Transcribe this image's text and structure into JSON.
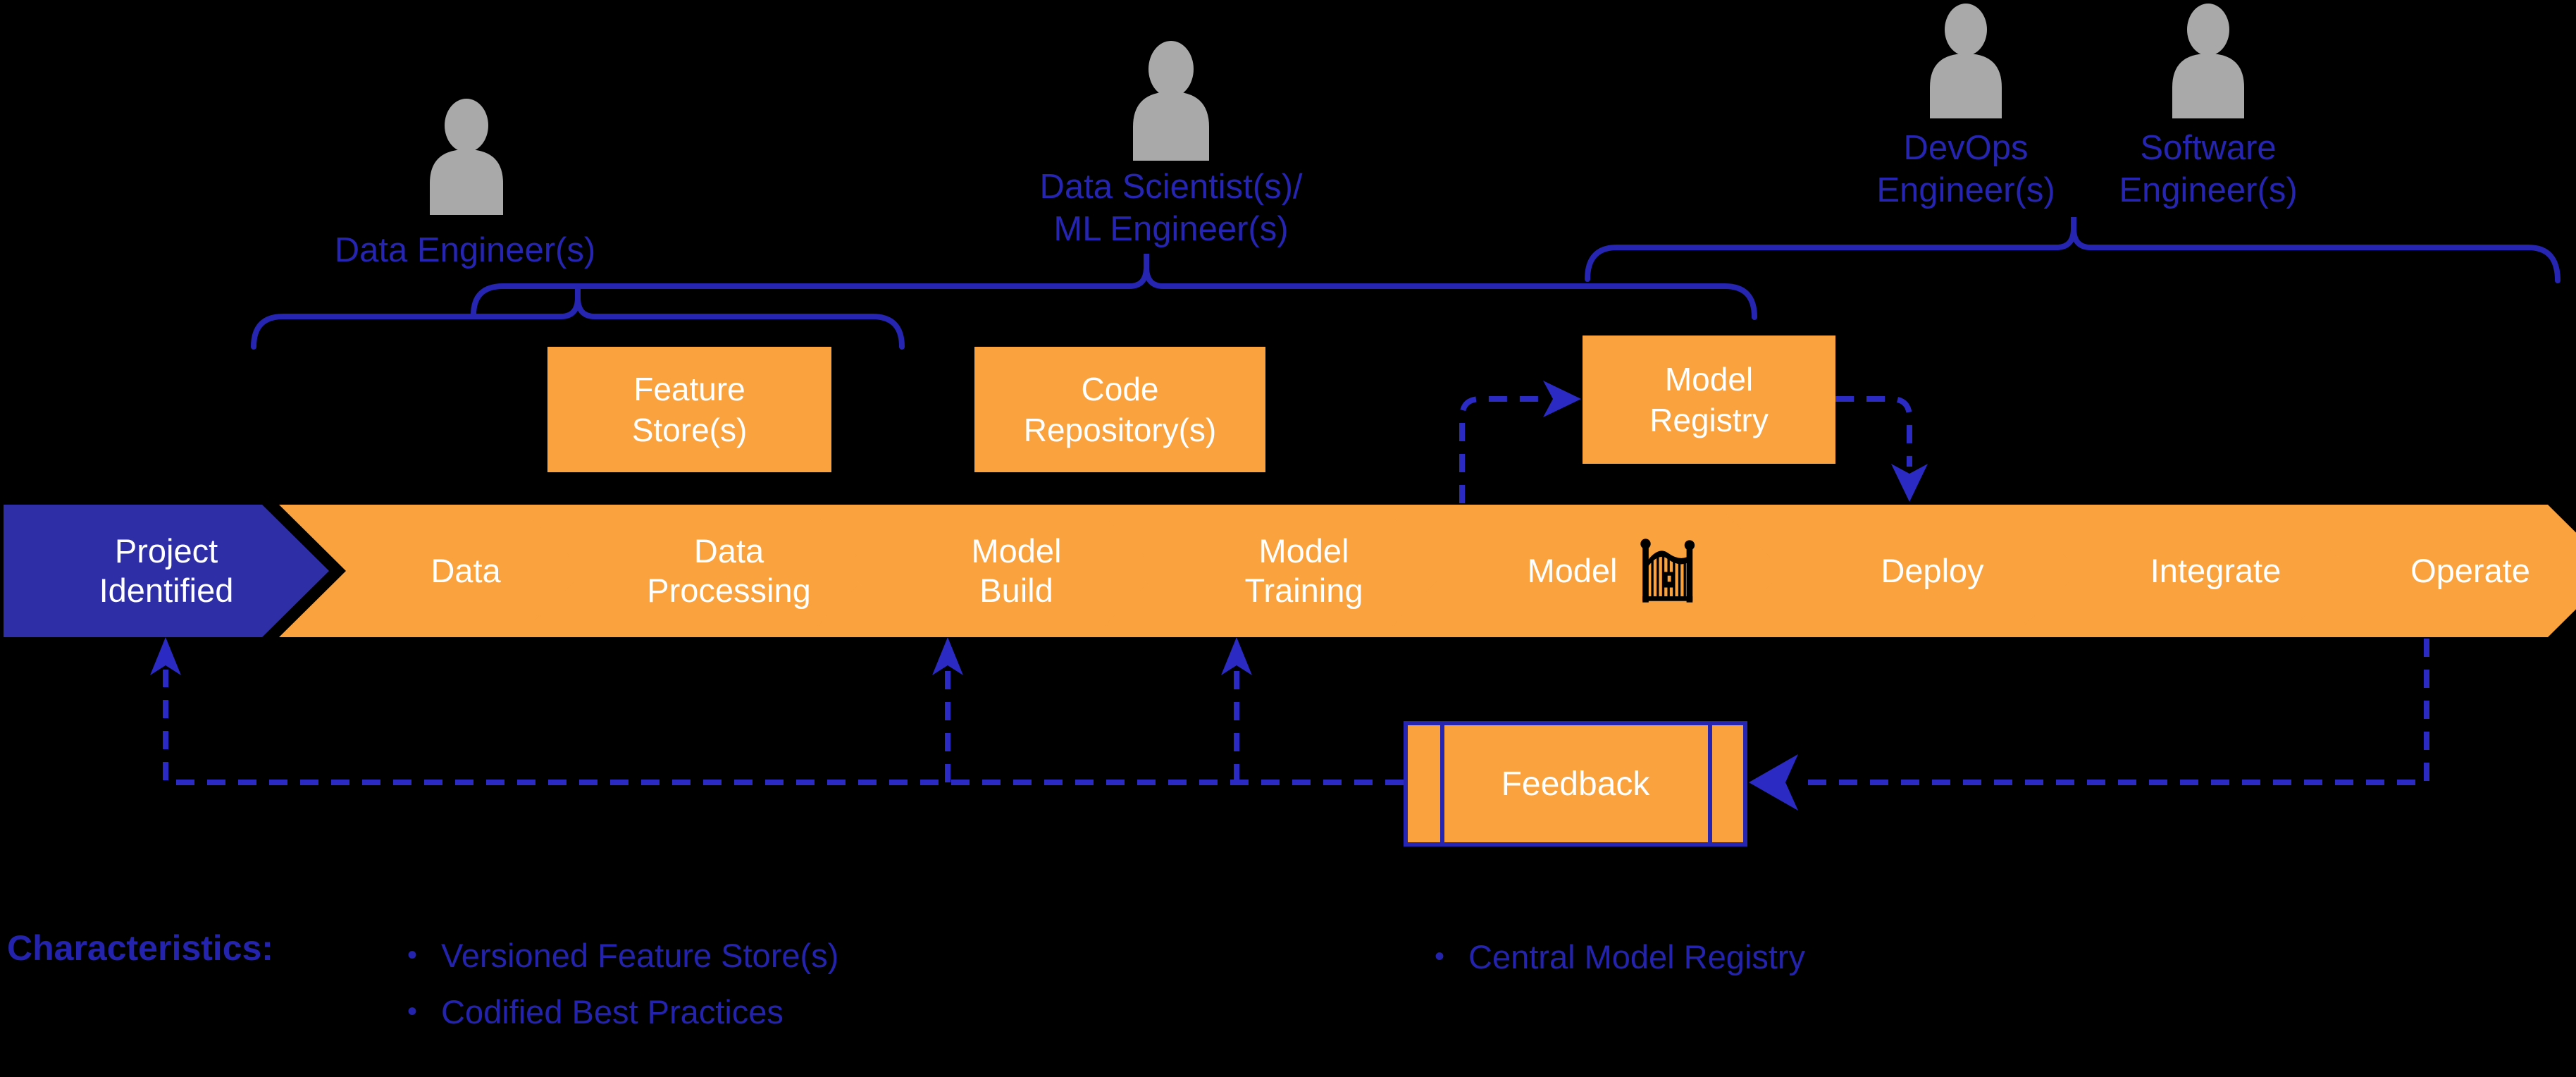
{
  "colors": {
    "background": "#000000",
    "orange": "#F9A23E",
    "stage_blue": "#2E2EA6",
    "text_blue": "#2323AE",
    "connector_blue": "#2B2BC4",
    "person_gray": "#A9A9A9",
    "white": "#FFFFFF"
  },
  "roles": {
    "data_engineer": {
      "line1": "Data Engineer(s)",
      "line2": ""
    },
    "data_scientist": {
      "line1": "Data Scientist(s)/",
      "line2": "ML Engineer(s)"
    },
    "devops": {
      "line1": "DevOps",
      "line2": "Engineer(s)"
    },
    "software": {
      "line1": "Software",
      "line2": "Engineer(s)"
    }
  },
  "stages": [
    {
      "line1": "Project",
      "line2": "Identified"
    },
    {
      "line1": "Data",
      "line2": ""
    },
    {
      "line1": "Data",
      "line2": "Processing"
    },
    {
      "line1": "Model",
      "line2": "Build"
    },
    {
      "line1": "Model",
      "line2": "Training"
    },
    {
      "line1": "Model",
      "line2": "",
      "icon": "gate-icon"
    },
    {
      "line1": "Deploy",
      "line2": ""
    },
    {
      "line1": "Integrate",
      "line2": ""
    },
    {
      "line1": "Operate",
      "line2": ""
    }
  ],
  "artifacts": {
    "feature_store": {
      "line1": "Feature",
      "line2": "Store(s)"
    },
    "code_repository": {
      "line1": "Code",
      "line2": "Repository(s)"
    },
    "model_registry": {
      "line1": "Model",
      "line2": "Registry"
    }
  },
  "feedback": {
    "label": "Feedback"
  },
  "characteristics": {
    "heading": "Characteristics:",
    "bullet": "•",
    "left": [
      "Versioned Feature Store(s)",
      "Codified Best Practices"
    ],
    "right": [
      "Central Model Registry"
    ]
  }
}
